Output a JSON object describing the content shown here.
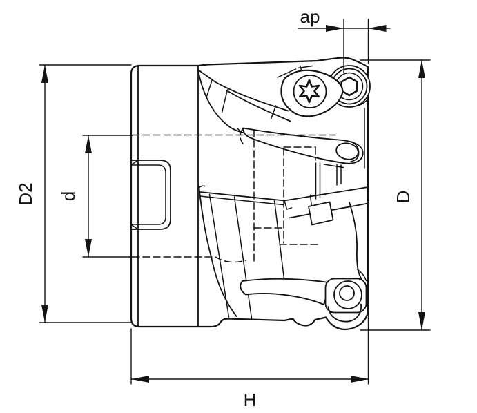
{
  "drawing": {
    "background": "#ffffff",
    "line_color": "#131313"
  },
  "dimensions": {
    "ap": {
      "label": "ap"
    },
    "d2": {
      "label": "D2"
    },
    "d": {
      "label": "d"
    },
    "dbig": {
      "label": "D"
    },
    "h": {
      "label": "H"
    }
  }
}
